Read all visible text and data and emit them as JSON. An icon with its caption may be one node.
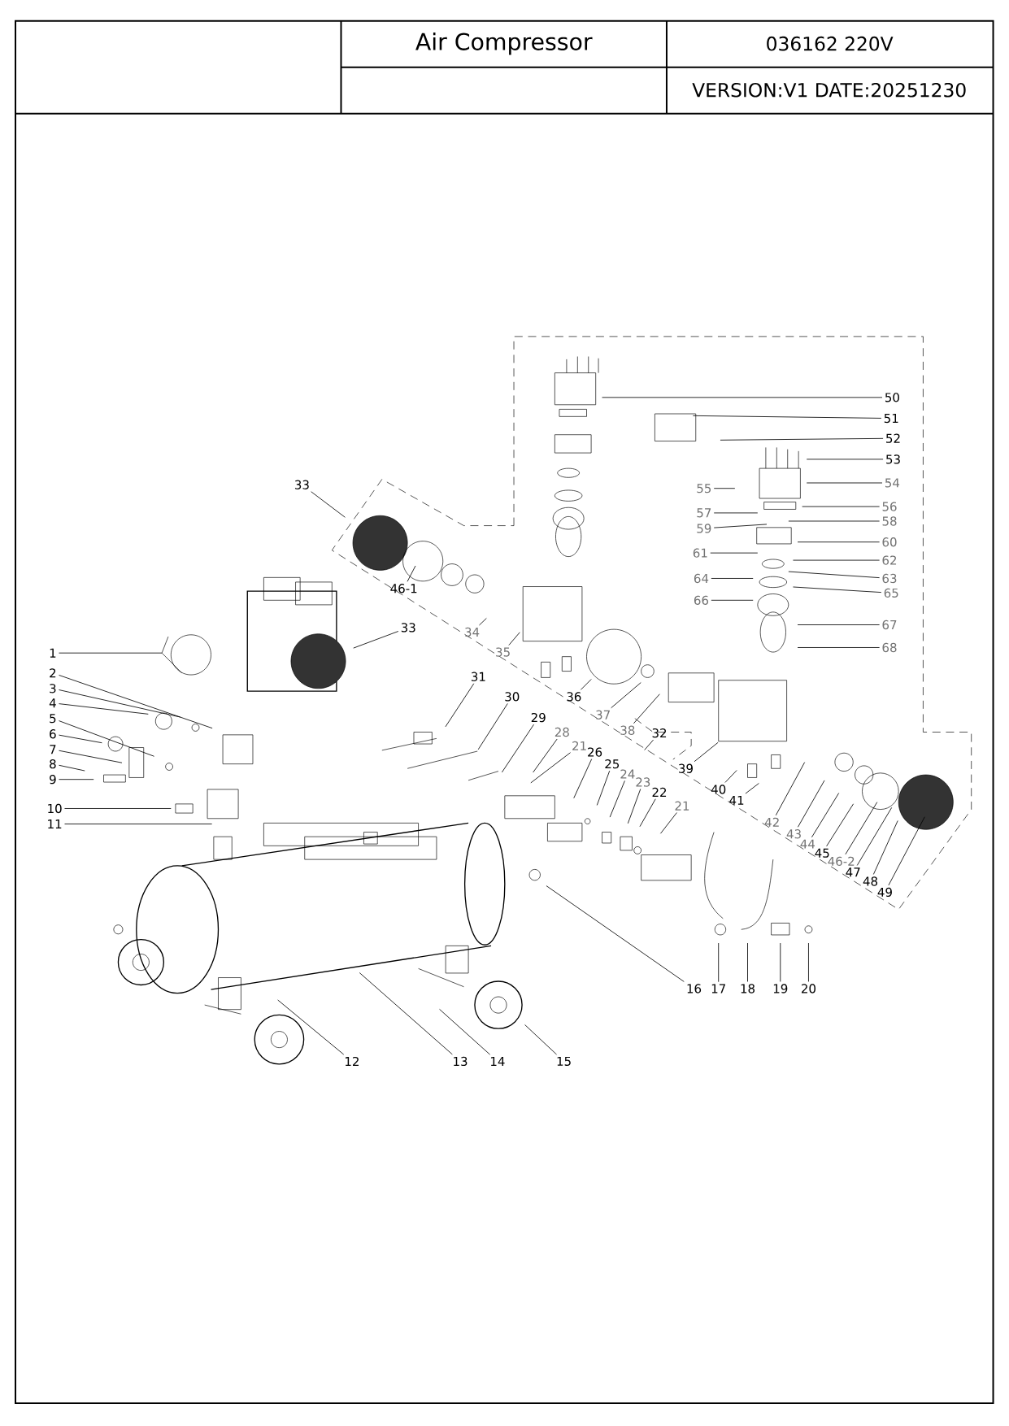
{
  "diagram": {
    "title": "Air Compressor",
    "labels": [
      "036162 220V",
      "VERSION:V1 DATE:20251230"
    ],
    "nodes": [
      {
        "text": [
          "1"
        ]
      },
      {
        "text": [
          "2"
        ]
      },
      {
        "text": [
          "3"
        ]
      },
      {
        "text": [
          "4"
        ]
      },
      {
        "text": [
          "5"
        ]
      },
      {
        "text": [
          "6"
        ]
      },
      {
        "text": [
          "7"
        ]
      },
      {
        "text": [
          "8"
        ]
      },
      {
        "text": [
          "9"
        ]
      },
      {
        "text": [
          "10"
        ]
      },
      {
        "text": [
          "11"
        ]
      },
      {
        "text": [
          "12"
        ]
      },
      {
        "text": [
          "13"
        ]
      },
      {
        "text": [
          "14"
        ]
      },
      {
        "text": [
          "15"
        ]
      },
      {
        "text": [
          "16"
        ]
      },
      {
        "text": [
          "17"
        ]
      },
      {
        "text": [
          "18"
        ]
      },
      {
        "text": [
          "19"
        ]
      },
      {
        "text": [
          "20"
        ]
      },
      {
        "text": [
          "21"
        ]
      },
      {
        "text": [
          "21"
        ]
      },
      {
        "text": [
          "22"
        ]
      },
      {
        "text": [
          "23"
        ]
      },
      {
        "text": [
          "24"
        ]
      },
      {
        "text": [
          "25"
        ]
      },
      {
        "text": [
          "26"
        ]
      },
      {
        "text": [
          "28"
        ]
      },
      {
        "text": [
          "29"
        ]
      },
      {
        "text": [
          "30"
        ]
      },
      {
        "text": [
          "31"
        ]
      },
      {
        "text": [
          "32"
        ]
      },
      {
        "text": [
          "33"
        ]
      },
      {
        "text": [
          "33"
        ]
      },
      {
        "text": [
          "34"
        ]
      },
      {
        "text": [
          "35"
        ]
      },
      {
        "text": [
          "36"
        ]
      },
      {
        "text": [
          "37"
        ]
      },
      {
        "text": [
          "38"
        ]
      },
      {
        "text": [
          "39"
        ]
      },
      {
        "text": [
          "40"
        ]
      },
      {
        "text": [
          "41"
        ]
      },
      {
        "text": [
          "42"
        ]
      },
      {
        "text": [
          "43"
        ]
      },
      {
        "text": [
          "44"
        ]
      },
      {
        "text": [
          "45"
        ]
      },
      {
        "text": [
          "46-1"
        ]
      },
      {
        "text": [
          "46-2"
        ]
      },
      {
        "text": [
          "47"
        ]
      },
      {
        "text": [
          "48"
        ]
      },
      {
        "text": [
          "49"
        ]
      },
      {
        "text": [
          "50"
        ]
      },
      {
        "text": [
          "51"
        ]
      },
      {
        "text": [
          "52"
        ]
      },
      {
        "text": [
          "53"
        ]
      },
      {
        "text": [
          "54"
        ]
      },
      {
        "text": [
          "55"
        ]
      },
      {
        "text": [
          "56"
        ]
      },
      {
        "text": [
          "57"
        ]
      },
      {
        "text": [
          "58"
        ]
      },
      {
        "text": [
          "59"
        ]
      },
      {
        "text": [
          "60"
        ]
      },
      {
        "text": [
          "61"
        ]
      },
      {
        "text": [
          "62"
        ]
      },
      {
        "text": [
          "63"
        ]
      },
      {
        "text": [
          "64"
        ]
      },
      {
        "text": [
          "65"
        ]
      },
      {
        "text": [
          "66"
        ]
      },
      {
        "text": [
          "67"
        ]
      },
      {
        "text": [
          "68"
        ]
      }
    ],
    "edges": [
      {
        "from": 0,
        "to": null,
        "arrow": "none"
      },
      {
        "from": 1,
        "to": null,
        "arrow": "none"
      },
      {
        "from": 2,
        "to": null,
        "arrow": "none"
      },
      {
        "from": 3,
        "to": null,
        "arrow": "none"
      },
      {
        "from": 4,
        "to": null,
        "arrow": "none"
      },
      {
        "from": 5,
        "to": null,
        "arrow": "none"
      },
      {
        "from": 6,
        "to": null,
        "arrow": "none"
      },
      {
        "from": 7,
        "to": null,
        "arrow": "none"
      },
      {
        "from": 8,
        "to": null,
        "arrow": "none"
      },
      {
        "from": 9,
        "to": null,
        "arrow": "none"
      },
      {
        "from": 10,
        "to": null,
        "arrow": "none"
      },
      {
        "from": 11,
        "to": null,
        "arrow": "none"
      },
      {
        "from": 12,
        "to": null,
        "arrow": "none"
      },
      {
        "from": 13,
        "to": null,
        "arrow": "none"
      },
      {
        "from": 14,
        "to": null,
        "arrow": "none"
      },
      {
        "from": 15,
        "to": null,
        "arrow": "none"
      },
      {
        "from": 16,
        "to": null,
        "arrow": "none"
      },
      {
        "from": 17,
        "to": null,
        "arrow": "none"
      },
      {
        "from": 18,
        "to": null,
        "arrow": "none"
      },
      {
        "from": 19,
        "to": null,
        "arrow": "none"
      },
      {
        "from": 20,
        "to": null,
        "arrow": "none"
      },
      {
        "from": 21,
        "to": null,
        "arrow": "none"
      },
      {
        "from": 22,
        "to": null,
        "arrow": "none"
      },
      {
        "from": 23,
        "to": null,
        "arrow": "none"
      },
      {
        "from": 24,
        "to": null,
        "arrow": "none"
      },
      {
        "from": 25,
        "to": null,
        "arrow": "none"
      },
      {
        "from": 26,
        "to": null,
        "arrow": "none"
      },
      {
        "from": 27,
        "to": null,
        "arrow": "none"
      },
      {
        "from": 28,
        "to": null,
        "arrow": "none"
      },
      {
        "from": 29,
        "to": null,
        "arrow": "none"
      },
      {
        "from": 30,
        "to": null,
        "arrow": "none"
      },
      {
        "from": 31,
        "to": null,
        "arrow": "none"
      },
      {
        "from": 32,
        "to": null,
        "arrow": "none"
      },
      {
        "from": 33,
        "to": null,
        "arrow": "none"
      },
      {
        "from": 34,
        "to": null,
        "arrow": "none"
      },
      {
        "from": 35,
        "to": null,
        "arrow": "none"
      },
      {
        "from": 36,
        "to": null,
        "arrow": "none"
      },
      {
        "from": 37,
        "to": null,
        "arrow": "none"
      },
      {
        "from": 38,
        "to": null,
        "arrow": "none"
      },
      {
        "from": 39,
        "to": null,
        "arrow": "none"
      },
      {
        "from": 40,
        "to": null,
        "arrow": "none"
      },
      {
        "from": 41,
        "to": null,
        "arrow": "none"
      },
      {
        "from": 42,
        "to": null,
        "arrow": "none"
      },
      {
        "from": 43,
        "to": null,
        "arrow": "none"
      },
      {
        "from": 44,
        "to": null,
        "arrow": "none"
      },
      {
        "from": 45,
        "to": null,
        "arrow": "none"
      },
      {
        "from": 46,
        "to": null,
        "arrow": "none"
      },
      {
        "from": 47,
        "to": null,
        "arrow": "none"
      },
      {
        "from": 48,
        "to": null,
        "arrow": "none"
      },
      {
        "from": 49,
        "to": null,
        "arrow": "none"
      },
      {
        "from": 50,
        "to": null,
        "arrow": "none"
      },
      {
        "from": 51,
        "to": null,
        "arrow": "none"
      },
      {
        "from": 52,
        "to": null,
        "arrow": "none"
      },
      {
        "from": 53,
        "to": null,
        "arrow": "none"
      },
      {
        "from": 54,
        "to": null,
        "arrow": "none"
      },
      {
        "from": 55,
        "to": null,
        "arrow": "none"
      },
      {
        "from": 56,
        "to": null,
        "arrow": "none"
      },
      {
        "from": 57,
        "to": null,
        "arrow": "none"
      },
      {
        "from": 58,
        "to": null,
        "arrow": "none"
      },
      {
        "from": 59,
        "to": null,
        "arrow": "none"
      },
      {
        "from": 60,
        "to": null,
        "arrow": "none"
      },
      {
        "from": 61,
        "to": null,
        "arrow": "none"
      },
      {
        "from": 62,
        "to": null,
        "arrow": "none"
      },
      {
        "from": 63,
        "to": null,
        "arrow": "none"
      },
      {
        "from": 64,
        "to": null,
        "arrow": "none"
      },
      {
        "from": 65,
        "to": null,
        "arrow": "none"
      },
      {
        "from": 66,
        "to": null,
        "arrow": "none"
      },
      {
        "from": 67,
        "to": null,
        "arrow": "none"
      },
      {
        "from": 68,
        "to": null,
        "arrow": "none"
      },
      {
        "from": 69,
        "to": null,
        "arrow": "none"
      }
    ]
  }
}
